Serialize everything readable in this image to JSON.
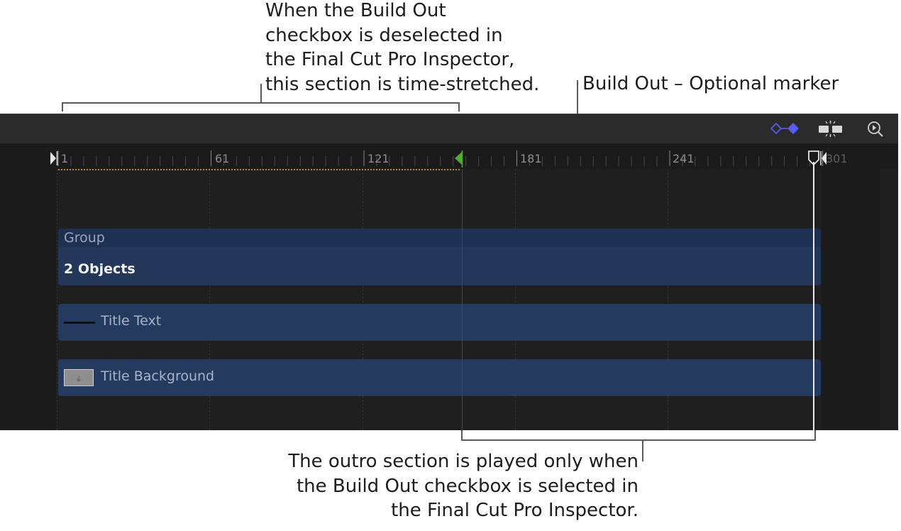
{
  "callouts": {
    "top_left": "When the Build Out\ncheckbox is deselected in\nthe Final Cut Pro Inspector,\nthis section is time-stretched.",
    "top_right": "Build Out – Optional marker",
    "bottom": "The outro section is played only when\nthe Build Out checkbox is selected in\nthe Final Cut Pro Inspector."
  },
  "toolbar": {
    "icons": [
      "keyframe-icon",
      "snapping-icon",
      "zoom-icon"
    ],
    "accent": "#5b5bf5"
  },
  "ruler": {
    "labels": [
      "1",
      "61",
      "121",
      "181",
      "241",
      "301"
    ],
    "build_out_marker_color": "#4caf30"
  },
  "tracks": {
    "group_label": "Group",
    "group_sublabel": "2 Objects",
    "layers": [
      {
        "label": "Title Text"
      },
      {
        "label": "Title Background"
      }
    ]
  }
}
